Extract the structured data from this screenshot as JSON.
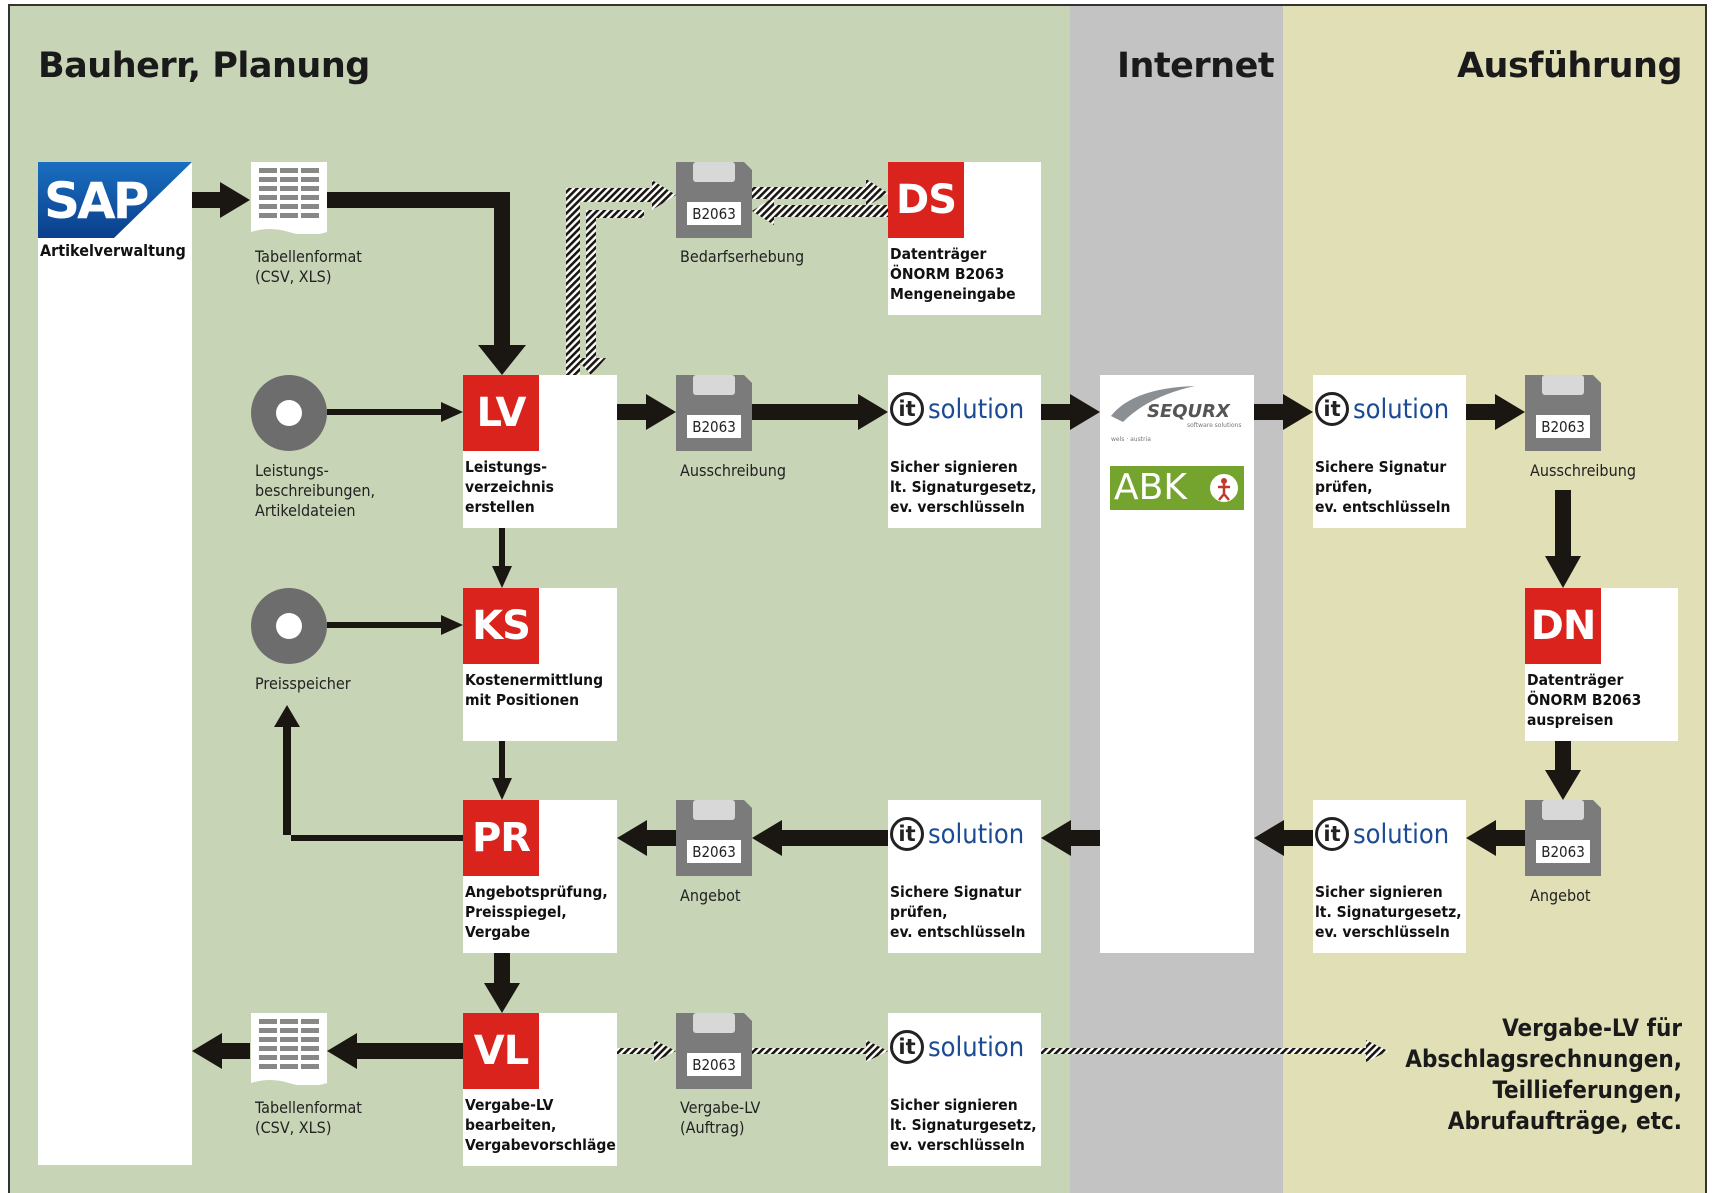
{
  "columns": {
    "left_title": "Bauherr, Planung",
    "mid_title": "Internet",
    "right_title": "Ausführung"
  },
  "colors": {
    "left_bg": "#c8d4b6",
    "mid_bg": "#c3c3c3",
    "right_bg": "#e1dfb6",
    "badge_red": "#d9231c",
    "arrow": "#1a1612"
  },
  "sap": {
    "logo_text": "SAP",
    "label": "Artikelverwaltung"
  },
  "table1": {
    "caption_l1": "Tabellenformat",
    "caption_l2": "(CSV, XLS)"
  },
  "table2": {
    "caption_l1": "Tabellenformat",
    "caption_l2": "(CSV, XLS)"
  },
  "disc1": {
    "caption_l1": "Leistungs-",
    "caption_l2": "beschreibungen,",
    "caption_l3": "Artikeldateien"
  },
  "disc2": {
    "caption": "Preisspeicher"
  },
  "lv": {
    "badge": "LV",
    "l1": "Leistungs-",
    "l2": "verzeichnis",
    "l3": "erstellen"
  },
  "ks": {
    "badge": "KS",
    "l1": "Kostenermittlung",
    "l2": "mit Positionen"
  },
  "pr": {
    "badge": "PR",
    "l1": "Angebotsprüfung,",
    "l2": "Preisspiegel,",
    "l3": "Vergabe"
  },
  "vl": {
    "badge": "VL",
    "l1": "Vergabe-LV",
    "l2": "bearbeiten,",
    "l3": "Vergabevorschläge"
  },
  "ds": {
    "badge": "DS",
    "l1": "Datenträger",
    "l2": "ÖNORM B2063",
    "l3": "Mengeneingabe"
  },
  "dn": {
    "badge": "DN",
    "l1": "Datenträger",
    "l2": "ÖNORM B2063",
    "l3": "auspreisen"
  },
  "floppies": {
    "bedarf": {
      "label": "B2063",
      "caption": "Bedarfserhebung"
    },
    "aus1": {
      "label": "B2063",
      "caption": "Ausschreibung"
    },
    "ang1": {
      "label": "B2063",
      "caption": "Angebot"
    },
    "auftrag": {
      "label": "B2063",
      "caption_l1": "Vergabe-LV",
      "caption_l2": "(Auftrag)"
    },
    "aus2": {
      "label": "B2063",
      "caption": "Ausschreibung"
    },
    "ang2": {
      "label": "B2063",
      "caption": "Angebot"
    }
  },
  "it": {
    "logo_it": "it",
    "logo_sol": "solution",
    "sign1": {
      "l1": "Sicher signieren",
      "l2": "lt. Signaturgesetz,",
      "l3": "ev. verschlüsseln"
    },
    "verify1": {
      "l1": "Sichere Signatur",
      "l2": "prüfen,",
      "l3": "ev. entschlüsseln"
    },
    "sign2": {
      "l1": "Sicher signieren",
      "l2": "lt. Signaturgesetz,",
      "l3": "ev. verschlüsseln"
    },
    "verify2": {
      "l1": "Sichere Signatur",
      "l2": "prüfen,",
      "l3": "ev. entschlüsseln"
    },
    "sign3": {
      "l1": "Sicher signieren",
      "l2": "lt. Signaturgesetz,",
      "l3": "ev. verschlüsseln"
    }
  },
  "internet": {
    "sequrx": "SEQURX",
    "sequrx_sub": "software solutions",
    "sequrx_loc": "wels · austria",
    "abk": "ABK"
  },
  "final": {
    "l1": "Vergabe-LV für",
    "l2": "Abschlagsrechnungen,",
    "l3": "Teillieferungen,",
    "l4": "Abrufaufträge, etc."
  }
}
